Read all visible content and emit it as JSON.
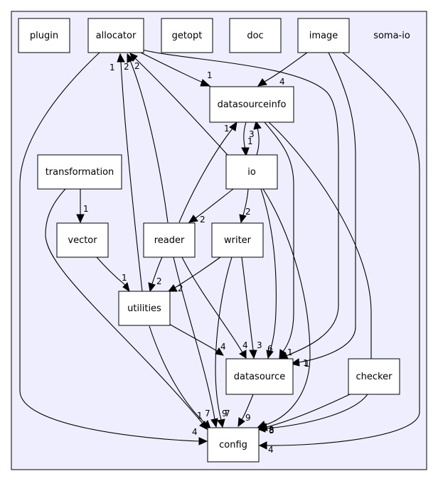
{
  "cluster": {
    "label": "soma-io",
    "fill": "#eeeeff"
  },
  "nodes": {
    "plugin": "plugin",
    "allocator": "allocator",
    "getopt": "getopt",
    "doc": "doc",
    "image": "image",
    "datasourceinfo": "datasourceinfo",
    "transformation": "transformation",
    "io": "io",
    "vector": "vector",
    "reader": "reader",
    "writer": "writer",
    "utilities": "utilities",
    "datasource": "datasource",
    "checker": "checker",
    "config": "config"
  },
  "edges": [
    {
      "from": "allocator",
      "to": "config",
      "count": "4"
    },
    {
      "from": "allocator",
      "to": "datasourceinfo",
      "count": "1"
    },
    {
      "from": "allocator",
      "to": "datasource",
      "count": "1"
    },
    {
      "from": "image",
      "to": "datasourceinfo",
      "count": "4"
    },
    {
      "from": "image",
      "to": "datasource",
      "count": "1"
    },
    {
      "from": "image",
      "to": "config",
      "count": "4"
    },
    {
      "from": "datasourceinfo",
      "to": "io",
      "count": "1"
    },
    {
      "from": "datasourceinfo",
      "to": "datasource",
      "count": "1"
    },
    {
      "from": "datasourceinfo",
      "to": "config",
      "count": "8"
    },
    {
      "from": "transformation",
      "to": "vector",
      "count": "1"
    },
    {
      "from": "transformation",
      "to": "config",
      "count": "1"
    },
    {
      "from": "io",
      "to": "allocator",
      "count": "2"
    },
    {
      "from": "io",
      "to": "datasourceinfo",
      "count": "3"
    },
    {
      "from": "io",
      "to": "reader",
      "count": "2"
    },
    {
      "from": "io",
      "to": "writer",
      "count": "2"
    },
    {
      "from": "io",
      "to": "datasource",
      "count": "6"
    },
    {
      "from": "io",
      "to": "config",
      "count": "1"
    },
    {
      "from": "vector",
      "to": "utilities",
      "count": "1"
    },
    {
      "from": "reader",
      "to": "allocator",
      "count": "2"
    },
    {
      "from": "reader",
      "to": "datasourceinfo",
      "count": "1"
    },
    {
      "from": "reader",
      "to": "utilities",
      "count": "2"
    },
    {
      "from": "reader",
      "to": "datasource",
      "count": "4"
    },
    {
      "from": "reader",
      "to": "config",
      "count": "9"
    },
    {
      "from": "writer",
      "to": "utilities",
      "count": "2"
    },
    {
      "from": "writer",
      "to": "datasource",
      "count": "3"
    },
    {
      "from": "writer",
      "to": "config",
      "count": "7"
    },
    {
      "from": "utilities",
      "to": "allocator",
      "count": "1"
    },
    {
      "from": "utilities",
      "to": "datasource",
      "count": "4"
    },
    {
      "from": "utilities",
      "to": "config",
      "count": "7"
    },
    {
      "from": "datasource",
      "to": "config",
      "count": "9"
    },
    {
      "from": "checker",
      "to": "config",
      "count": "8"
    }
  ]
}
